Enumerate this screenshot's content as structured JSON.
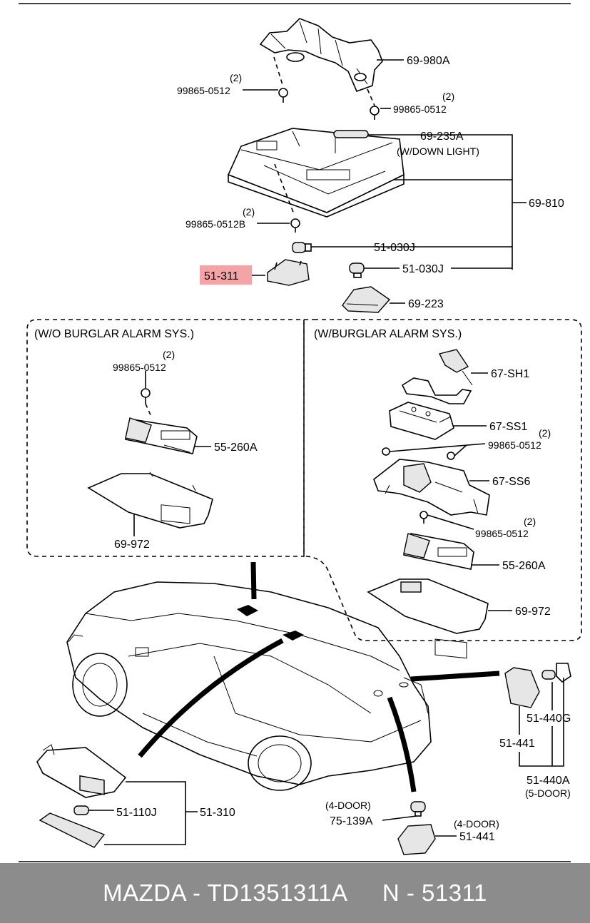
{
  "labels": {
    "p69_980A": "69-980A",
    "screw_top_left_qty": "(2)",
    "screw_top_left": "99865-0512",
    "screw_top_right_qty": "(2)",
    "screw_top_right": "99865-0512",
    "p69_235A": "69-235A",
    "down_light": "(W/DOWN LIGHT)",
    "p69_810": "69-810",
    "screw_b_qty": "(2)",
    "screw_b": "99865-0512B",
    "bulb_a": "51-030J",
    "bulb_b": "51-030J",
    "highlighted_part": "51-311",
    "p69_223": "69-223"
  },
  "left_box": {
    "title": "(W/O BURGLAR ALARM SYS.)",
    "screw_qty": "(2)",
    "screw": "99865-0512",
    "p55_260A": "55-260A",
    "p69_972": "69-972"
  },
  "right_box": {
    "title": "(W/BURGLAR ALARM SYS.)",
    "p67_SH1": "67-SH1",
    "p67_SS1": "67-SS1",
    "screw_a_qty": "(2)",
    "screw_a": "99865-0512",
    "p67_SS6": "67-SS6",
    "screw_b_qty": "(2)",
    "screw_b": "99865-0512",
    "p55_260A": "55-260A",
    "p69_972": "69-972"
  },
  "lower": {
    "p51_110J": "51-110J",
    "p51_310": "51-310",
    "door4_a": "(4-DOOR)",
    "p75_139A": "75-139A",
    "door4_b": "(4-DOOR)",
    "p51_441_b": "51-441",
    "p51_440G": "51-440G",
    "p51_441": "51-441",
    "p51_440A": "51-440A",
    "door5": "(5-DOOR)"
  },
  "footer": {
    "brand_part": "MAZDA - TD1351311A",
    "number": "N - 51311"
  },
  "colors": {
    "highlight": "#f4a3a6",
    "footer_bg": "#8c8c8c",
    "footer_text": "#ffffff"
  }
}
